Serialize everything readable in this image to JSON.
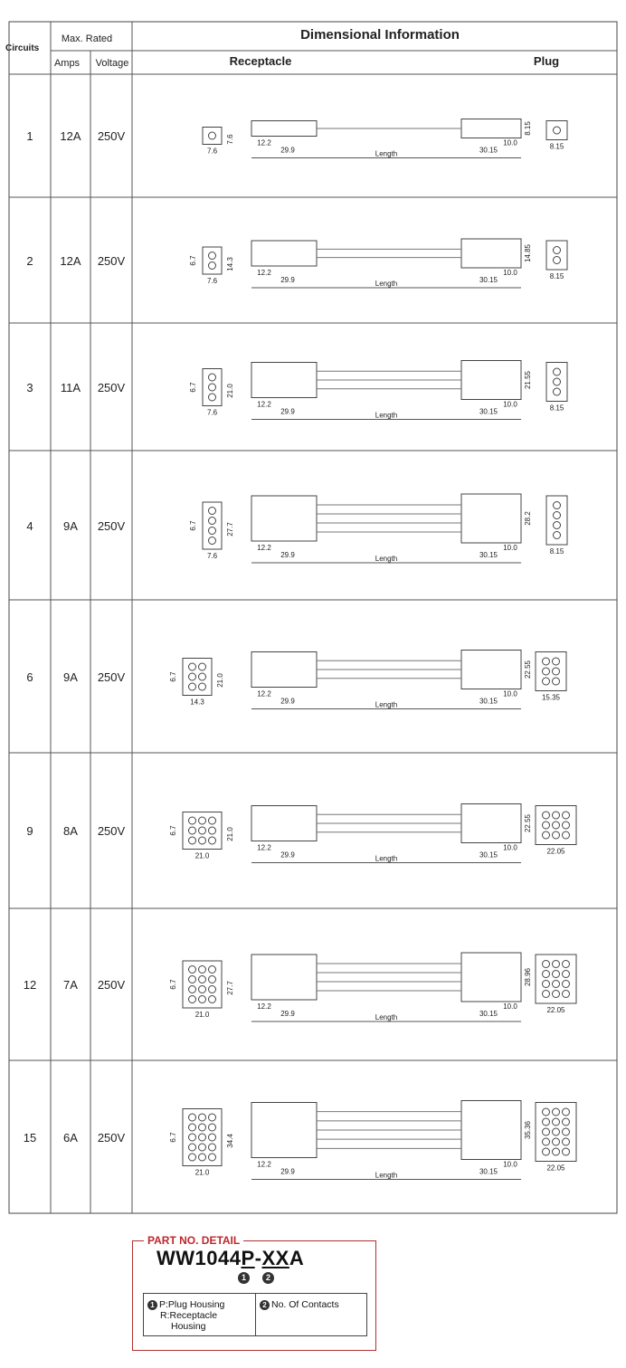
{
  "header": {
    "circuits": "Circuits",
    "max_rated": "Max. Rated",
    "amps": "Amps",
    "voltage": "Voltage",
    "dimensional": "Dimensional Information",
    "receptacle": "Receptacle",
    "plug": "Plug"
  },
  "rows": [
    {
      "circuits": "1",
      "amps": "12A",
      "voltage": "250V",
      "rec_w": "7.6",
      "rec_h": "7.6",
      "pitch": "",
      "plug_w": "8.15",
      "plug_h": "8.15",
      "body_h": ""
    },
    {
      "circuits": "2",
      "amps": "12A",
      "voltage": "250V",
      "rec_w": "7.6",
      "rec_h": "14.3",
      "pitch": "6.7",
      "plug_w": "8.15",
      "plug_h": "14.85",
      "body_h": ""
    },
    {
      "circuits": "3",
      "amps": "11A",
      "voltage": "250V",
      "rec_w": "7.6",
      "rec_h": "21.0",
      "pitch": "6.7",
      "plug_w": "8.15",
      "plug_h": "21.55",
      "body_h": ""
    },
    {
      "circuits": "4",
      "amps": "9A",
      "voltage": "250V",
      "rec_w": "7.6",
      "rec_h": "27.7",
      "pitch": "6.7",
      "plug_w": "8.15",
      "plug_h": "28.2",
      "body_h": ""
    },
    {
      "circuits": "6",
      "amps": "9A",
      "voltage": "250V",
      "rec_w": "14.3",
      "rec_h": "21.0",
      "pitch": "6.7",
      "plug_w": "15.35",
      "plug_h": "22.55",
      "body_h": ""
    },
    {
      "circuits": "9",
      "amps": "8A",
      "voltage": "250V",
      "rec_w": "21.0",
      "rec_h": "21.0",
      "pitch": "6.7",
      "plug_w": "22.05",
      "plug_h": "22.55",
      "body_h": ""
    },
    {
      "circuits": "12",
      "amps": "7A",
      "voltage": "250V",
      "rec_w": "21.0",
      "rec_h": "27.7",
      "pitch": "6.7",
      "plug_w": "22.05",
      "plug_h": "28.96",
      "body_h": ""
    },
    {
      "circuits": "15",
      "amps": "6A",
      "voltage": "250V",
      "rec_w": "21.0",
      "rec_h": "34.4",
      "pitch": "6.7",
      "plug_w": "22.05",
      "plug_h": "35.36",
      "body_h": ""
    }
  ],
  "common_dims": {
    "a": "12.2",
    "b": "29.9",
    "c": "30.15",
    "d": "10.0",
    "length": "Length"
  },
  "part_detail": {
    "title": "PART NO. DETAIL",
    "prefix": "WW1044",
    "p": "P",
    "dash": "-",
    "xx": "XX",
    "suffix": "A",
    "marker1": "1",
    "marker2": "2",
    "key1_line1": "P:Plug Housing",
    "key1_line2": "R:Receptacle",
    "key1_line3": "Housing",
    "key2": "No. Of Contacts"
  }
}
